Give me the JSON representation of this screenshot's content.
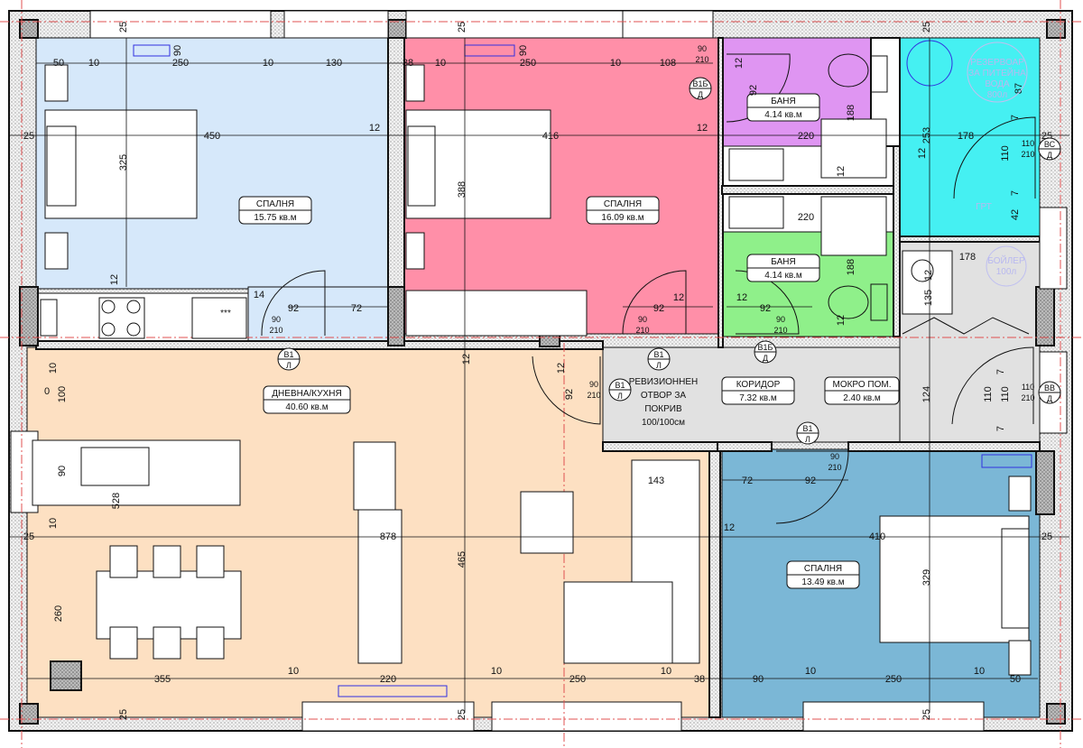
{
  "colors": {
    "bedroom_1": "#d6e8fa",
    "bedroom_2": "#ff8fa8",
    "bathroom_1": "#df95f2",
    "bathroom_2": "#8ff08a",
    "tank_room": "#45f0f2",
    "living": "#fde0c2",
    "corridor": "#e1e1e1",
    "bedroom_3": "#7bb7d6",
    "wall": "#111111",
    "axis": "#e05050",
    "plumbing": "#3030e0"
  },
  "rooms": [
    {
      "name": "СПАЛНЯ",
      "area": "15.75 кв.м"
    },
    {
      "name": "СПАЛНЯ",
      "area": "16.09 кв.м"
    },
    {
      "name": "БАНЯ",
      "area": "4.14 кв.м"
    },
    {
      "name": "БАНЯ",
      "area": "4.14 кв.м"
    },
    {
      "name": "ДНЕВНА/КУХНЯ",
      "area": "40.60 кв.м"
    },
    {
      "name": "КОРИДОР",
      "area": "7.32 кв.м"
    },
    {
      "name": "МОКРО ПОМ.",
      "area": "2.40 кв.м"
    },
    {
      "name": "СПАЛНЯ",
      "area": "13.49 кв.м"
    }
  ],
  "notes": {
    "roof_opening": [
      "РЕВИЗИОННЕН",
      "ОТВОР ЗА",
      "ПОКРИВ",
      "100/100см"
    ],
    "tank": [
      "РЕЗЕРВОАР",
      "ЗА ПИТЕЙНА",
      "ВОДА",
      "800л"
    ],
    "boiler": [
      "БОЙЛЕР",
      "100л"
    ],
    "grt": "ГРТ",
    "stove": "***"
  },
  "door_tags": [
    {
      "top": "В1",
      "bottom": "Л",
      "size": [
        "90",
        "210"
      ]
    },
    {
      "top": "В1Б",
      "bottom": "Д",
      "size": [
        "90",
        "210"
      ]
    },
    {
      "top": "В1",
      "bottom": "Л",
      "size": [
        "90",
        "210"
      ]
    },
    {
      "top": "В1Б",
      "bottom": "Д",
      "size": [
        "90",
        "210"
      ]
    },
    {
      "top": "В1",
      "bottom": "Л",
      "size": [
        "90",
        "210"
      ]
    },
    {
      "top": "В1",
      "bottom": "Л",
      "size": [
        "90",
        "210"
      ]
    },
    {
      "top": "ВС",
      "bottom": "Д",
      "size": [
        "110",
        "210"
      ]
    },
    {
      "top": "ВВ",
      "bottom": "Д",
      "size": [
        "110",
        "210"
      ]
    }
  ],
  "dimensions": [
    "50",
    "10",
    "250",
    "10",
    "130",
    "38",
    "10",
    "250",
    "10",
    "108",
    "25",
    "450",
    "12",
    "416",
    "12",
    "220",
    "253",
    "178",
    "25",
    "325",
    "388",
    "188",
    "12",
    "92",
    "220",
    "188",
    "12",
    "92",
    "178",
    "135",
    "14",
    "92",
    "72",
    "92",
    "12",
    "12",
    "10",
    "100",
    "0",
    "12",
    "12",
    "92",
    "124",
    "110",
    "90",
    "528",
    "143",
    "72",
    "92",
    "25",
    "878",
    "10",
    "12",
    "410",
    "25",
    "465",
    "329",
    "260",
    "355",
    "10",
    "220",
    "10",
    "250",
    "10",
    "38",
    "90",
    "10",
    "250",
    "10",
    "50",
    "25",
    "90",
    "25",
    "90",
    "12",
    "87",
    "7",
    "110",
    "7",
    "42",
    "12",
    "12",
    "12",
    "7",
    "110",
    "7",
    "25",
    "25",
    "25",
    "25"
  ]
}
